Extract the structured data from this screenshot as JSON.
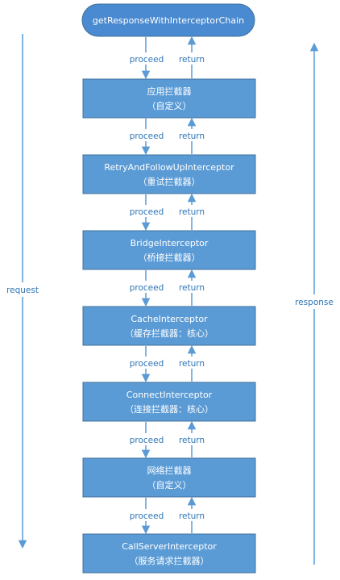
{
  "colors": {
    "node_fill": "#5b9bd5",
    "node_stroke": "#41719c",
    "top_fill": "#4a8ad0",
    "arrow": "#5b9bd5",
    "label": "#2e75b6",
    "node_text": "#ffffff"
  },
  "top_node": {
    "label": "getResponseWithInterceptorChain"
  },
  "interceptors": [
    {
      "line1": "应用拦截器",
      "line2": "（自定义）"
    },
    {
      "line1": "RetryAndFollowUpInterceptor",
      "line2": "（重试拦截器）"
    },
    {
      "line1": "BridgeInterceptor",
      "line2": "（桥接拦截器）"
    },
    {
      "line1": "CacheInterceptor",
      "line2": "（缓存拦截器：核心）"
    },
    {
      "line1": "ConnectInterceptor",
      "line2": "（连接拦截器：核心）"
    },
    {
      "line1": "网络拦截器",
      "line2": "（自定义）"
    },
    {
      "line1": "CallServerInterceptor",
      "line2": "（服务请求拦截器）"
    }
  ],
  "edge_labels": {
    "proceed": "proceed",
    "return": "return"
  },
  "side_labels": {
    "left": "request",
    "right": "response"
  }
}
